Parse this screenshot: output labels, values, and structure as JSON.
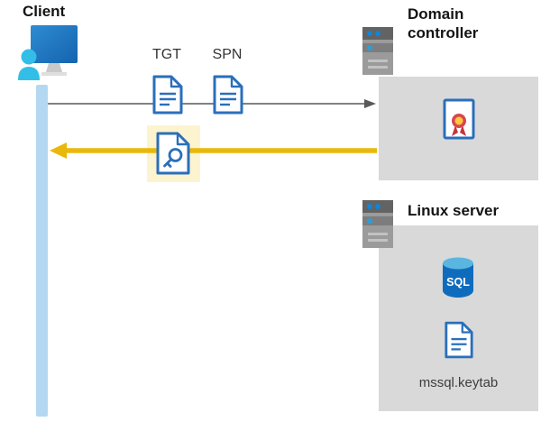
{
  "diagram": {
    "client": {
      "label": "Client"
    },
    "flow": {
      "tgt_label": "TGT",
      "spn_label": "SPN"
    },
    "domain_controller": {
      "label": "Domain controller"
    },
    "linux_server": {
      "label": "Linux server",
      "sql_label": "SQL",
      "keytab_label": "mssql.keytab"
    },
    "colors": {
      "icon_blue": "#2a6fbb",
      "person_cyan": "#33bee8",
      "timeline_blue": "#b5d8f2",
      "highlight_yellow": "#fcf4cf",
      "arrow_gold": "#e9b80a",
      "arrow_gray": "#595959",
      "panel_gray": "#d9d9d9",
      "sql_blue": "#0f6cbd",
      "ribbon_red": "#d9454f",
      "ribbon_yellow": "#ffc83d"
    }
  }
}
